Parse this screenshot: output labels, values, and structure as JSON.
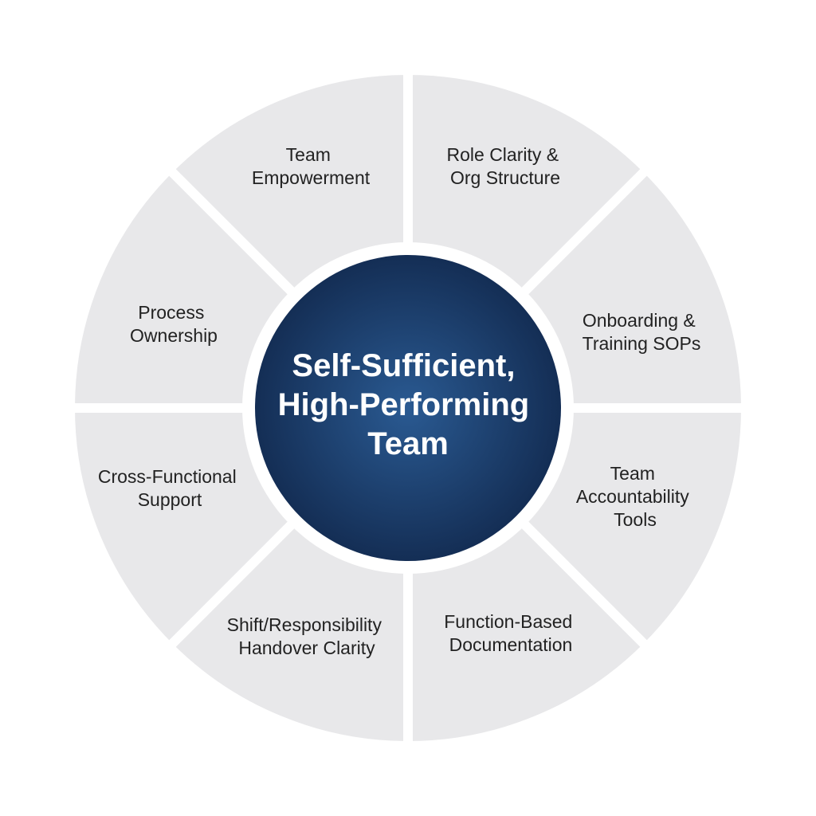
{
  "center": {
    "lines": [
      "Self-Sufficient,",
      "High-Performing",
      "Team"
    ]
  },
  "segments": [
    {
      "lines": [
        "Team",
        "Empowerment"
      ]
    },
    {
      "lines": [
        "Role Clarity &",
        "Org Structure"
      ]
    },
    {
      "lines": [
        "Onboarding &",
        "Training SOPs"
      ]
    },
    {
      "lines": [
        "Team",
        "Accountability",
        "Tools"
      ]
    },
    {
      "lines": [
        "Function-Based",
        "Documentation"
      ]
    },
    {
      "lines": [
        "Shift/Responsibility",
        "Handover Clarity"
      ]
    },
    {
      "lines": [
        "Cross-Functional",
        "Support"
      ]
    },
    {
      "lines": [
        "Process",
        "Ownership"
      ]
    }
  ],
  "colors": {
    "segment_fill": "#e8e8ea",
    "center_inner": "#2a5a92",
    "center_outer": "#142e55",
    "center_text": "#ffffff"
  }
}
